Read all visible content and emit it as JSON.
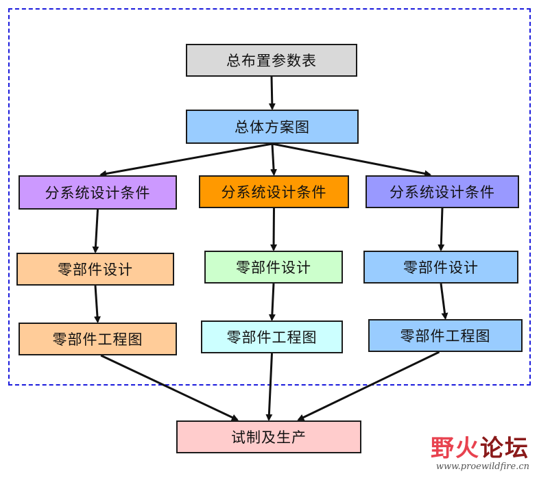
{
  "diagram": {
    "nodes": {
      "params": {
        "label": "总布置参数表",
        "fill": "#d9d9d9"
      },
      "scheme": {
        "label": "总体方案图",
        "fill": "#99ccff"
      },
      "cond_left": {
        "label": "分系统设计条件",
        "fill": "#cc99ff"
      },
      "cond_mid": {
        "label": "分系统设计条件",
        "fill": "#ff9900"
      },
      "cond_right": {
        "label": "分系统设计条件",
        "fill": "#9999ff"
      },
      "design_left": {
        "label": "零部件设计",
        "fill": "#ffcc99"
      },
      "design_mid": {
        "label": "零部件设计",
        "fill": "#ccffcc"
      },
      "design_right": {
        "label": "零部件设计",
        "fill": "#99ccff"
      },
      "drawing_left": {
        "label": "零部件工程图",
        "fill": "#ffcc99"
      },
      "drawing_mid": {
        "label": "零部件工程图",
        "fill": "#ccffff"
      },
      "drawing_right": {
        "label": "零部件工程图",
        "fill": "#99ccff"
      },
      "production": {
        "label": "试制及生产",
        "fill": "#ffcccc"
      }
    },
    "edges": [
      [
        "params",
        "scheme"
      ],
      [
        "scheme",
        "cond_left"
      ],
      [
        "scheme",
        "cond_mid"
      ],
      [
        "scheme",
        "cond_right"
      ],
      [
        "cond_left",
        "design_left"
      ],
      [
        "cond_mid",
        "design_mid"
      ],
      [
        "cond_right",
        "design_right"
      ],
      [
        "design_left",
        "drawing_left"
      ],
      [
        "design_mid",
        "drawing_mid"
      ],
      [
        "design_right",
        "drawing_right"
      ],
      [
        "drawing_left",
        "production"
      ],
      [
        "drawing_mid",
        "production"
      ],
      [
        "drawing_right",
        "production"
      ]
    ],
    "frame_color": "#1a1adc"
  },
  "watermark": {
    "logo_part1": "野火",
    "logo_part2": "论坛",
    "url": "www.proewildfire.cn"
  }
}
